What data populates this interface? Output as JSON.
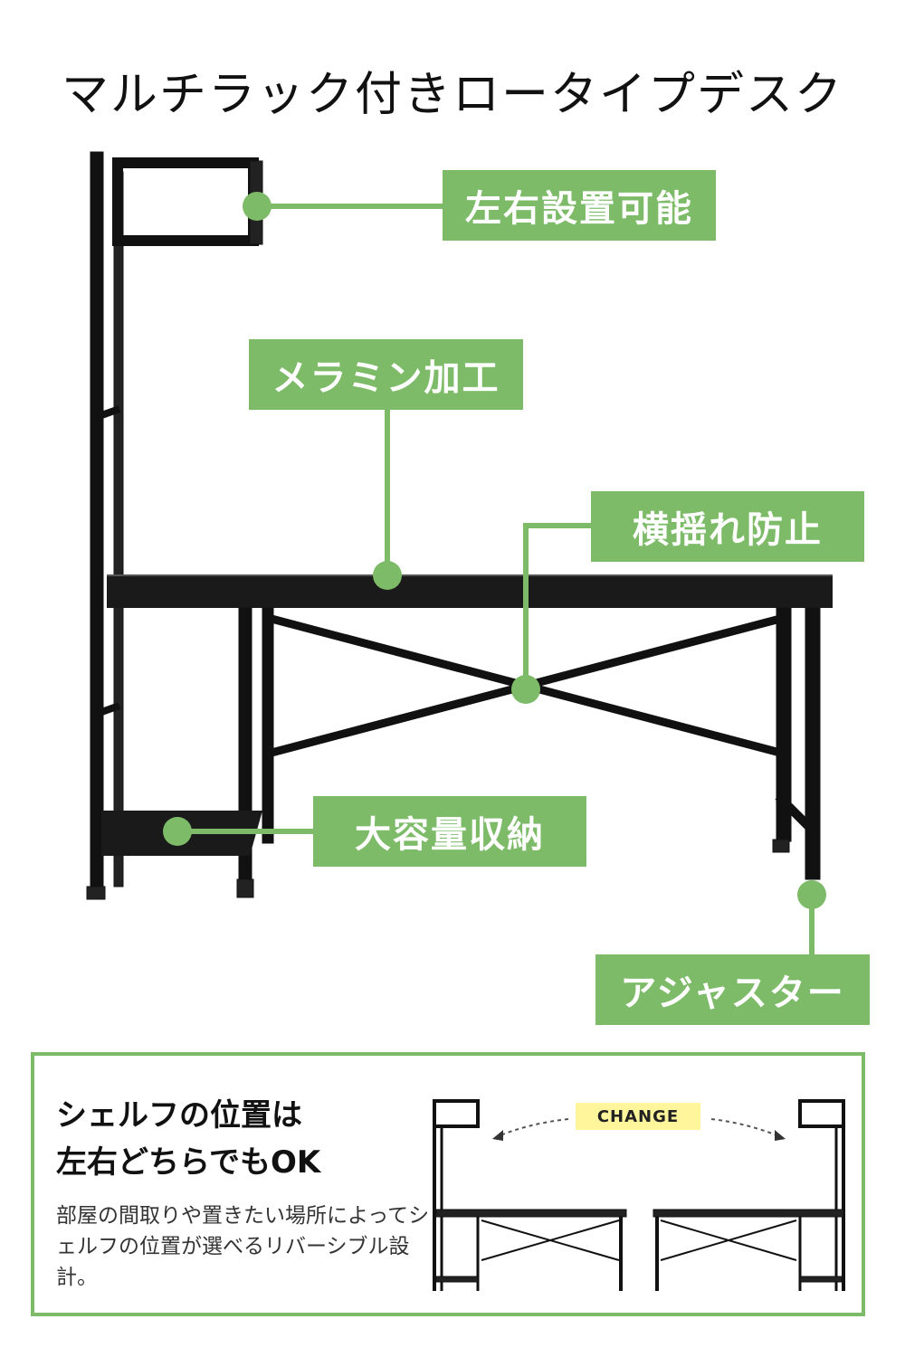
{
  "title": "マルチラック付きロータイプデスク",
  "labels": {
    "left_right": "左右設置可能",
    "melamine": "メラミン加工",
    "anti_sway": "横揺れ防止",
    "storage": "大容量収納",
    "adjuster": "アジャスター"
  },
  "panel": {
    "heading_line1": "シェルフの位置は",
    "heading_line2": "左右どちらでもOK",
    "description": "部屋の間取りや置きたい場所によってシェルフの位置が選べるリバーシブル設計。",
    "change_label": "CHANGE"
  },
  "colors": {
    "accent": "#7dbb69",
    "frame": "#111111",
    "highlight": "#fff59a"
  }
}
